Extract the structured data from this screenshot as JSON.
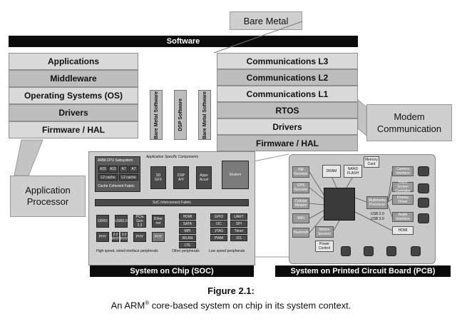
{
  "top": {
    "bare_metal": "Bare Metal",
    "software": "Software"
  },
  "left_stack": [
    "Applications",
    "Middleware",
    "Operating Systems (OS)",
    "Drivers",
    "Firmware / HAL"
  ],
  "right_stack": [
    "Communications L3",
    "Communications L2",
    "Communications L1",
    "RTOS",
    "Drivers",
    "Firmware / HAL"
  ],
  "callouts": {
    "app_processor": "Application\nProcessor",
    "modem_comm": "Modem\nCommunication"
  },
  "vertical": {
    "bare_metal_1": "Bare Metal Software",
    "dsp": "DSP Software",
    "bare_metal_2": "Bare Metal Software"
  },
  "soc": {
    "cpu_subsystem": "ARM CPU Subsystem",
    "cores": [
      "A15",
      "A15",
      "A7",
      "A7"
    ],
    "cache": [
      "L2 cache",
      "L2 cache"
    ],
    "cache_fabric": "Cache Coherent Fabric",
    "app_components": "Application Specific Components",
    "gfx": "3D\nGFX",
    "dsp": "DSP\nA/V",
    "accel": "Apps\nAccel",
    "modem": "Modem",
    "interconnect": "SoC Interconnect Fabric",
    "hs_blocks": [
      "DDR3",
      "USB3.0",
      "PCIe\nGen 2,3",
      "Ether\nnet"
    ],
    "phy": [
      "PHY",
      "2.0\nPHY",
      "3.0\nPHY",
      "PHY",
      "PHY"
    ],
    "other_periph": [
      "HDMI",
      "SATA",
      "MPI",
      "WLAN",
      "LTE"
    ],
    "low_periph": [
      "GPIO",
      "UART",
      "I2C",
      "SPI",
      "JTAG",
      "Timer",
      "PWM",
      "I2S"
    ],
    "label_hs": "High speed, wired interface peripherals",
    "label_other": "Other peripherals",
    "label_low": "Low speed peripherals",
    "title": "System on Chip (SOC)"
  },
  "pcb": {
    "memory_card": "Memory\nCard",
    "dram": "DRAM",
    "nand": "NAND\nFLASH",
    "camera": "Camera\nInterface",
    "fm": "FM\nReceiver",
    "gps": "GPS\nReceiver",
    "cellular": "Cellular\nModem",
    "wifi": "WiFi",
    "bluetooth": "Bluetooth",
    "touch": "Touch Screen\nController",
    "display": "Display\nDriver",
    "mm": "Multimedia\nProcessor",
    "audio": "Audio\nInterface",
    "hdmi": "HDMI",
    "motion": "Motion\nSensors",
    "power": "Power\nControl",
    "usb": [
      "USB 2.0",
      "USB 3.0"
    ],
    "title": "System on Printed Circuit Board (PCB)"
  },
  "caption": {
    "figure": "Figure 2.1:",
    "line_before": "An ARM",
    "reg": "®",
    "line_after": " core-based system on chip in its system context."
  }
}
